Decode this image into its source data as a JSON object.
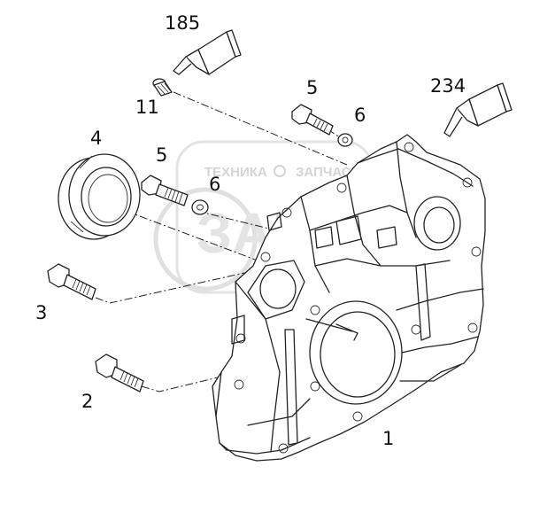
{
  "callouts": {
    "c185": "185",
    "c11": "11",
    "c5a": "5",
    "c6a": "6",
    "c234": "234",
    "c4": "4",
    "c5b": "5",
    "c6b": "6",
    "c3": "3",
    "c2": "2",
    "c1": "1"
  },
  "watermark": {
    "left_text": "ТЕХНИКА",
    "right_text": "ЗАПЧАСТИ",
    "logo_text": "ЗАП"
  },
  "colors": {
    "line": "#222222",
    "watermark": "#d4d4d4",
    "background": "#ffffff"
  }
}
